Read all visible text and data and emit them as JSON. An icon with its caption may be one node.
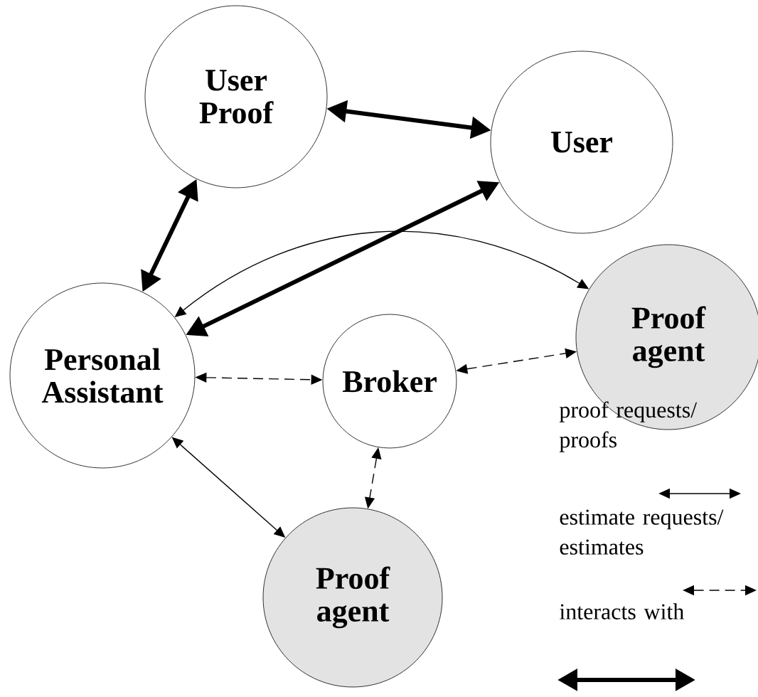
{
  "diagram": {
    "nodes": [
      {
        "text": [
          "User Proof"
        ]
      },
      {
        "text": [
          "User"
        ]
      },
      {
        "text": [
          "Personal Assistant"
        ]
      },
      {
        "text": [
          "Broker"
        ]
      },
      {
        "text": [
          "Proof agent"
        ]
      },
      {
        "text": [
          "Proof agent"
        ]
      }
    ],
    "edges": [
      {
        "from": 0,
        "to": 1,
        "arrow": "both",
        "style": "thick"
      },
      {
        "from": 2,
        "to": 0,
        "arrow": "both",
        "style": "thick"
      },
      {
        "from": 2,
        "to": 1,
        "arrow": "both",
        "style": "thick"
      },
      {
        "from": 2,
        "to": 4,
        "arrow": "both"
      },
      {
        "from": 2,
        "to": 3,
        "arrow": "both",
        "style": "dashed"
      },
      {
        "from": 3,
        "to": 4,
        "arrow": "both",
        "style": "dashed"
      },
      {
        "from": 2,
        "to": 5,
        "arrow": "both"
      },
      {
        "from": 3,
        "to": 5,
        "arrow": "both",
        "style": "dashed"
      }
    ],
    "legend": [
      {
        "text": "proof requests/ proofs"
      },
      {
        "text": "estimate requests/ estimates"
      },
      {
        "text": "interacts with"
      }
    ]
  }
}
